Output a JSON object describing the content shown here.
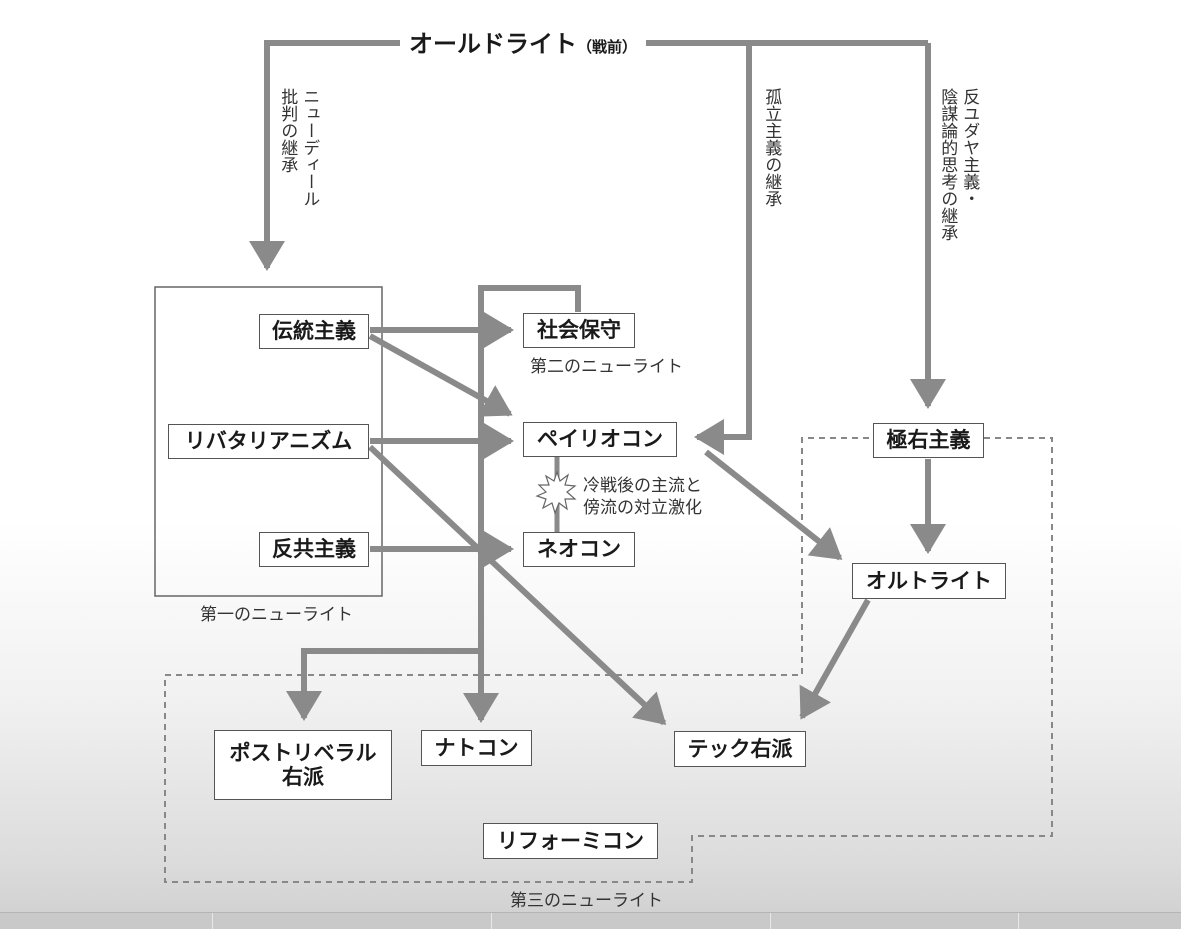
{
  "title": {
    "main": "オールドライト",
    "sub": "（戦前）"
  },
  "labels": {
    "new_deal_line1": "ニューディール",
    "new_deal_line2": "批判の継承",
    "isolationism": "孤立主義の継承",
    "anti_semitism_line1": "反ユダヤ主義・",
    "anti_semitism_line2": "陰謀論的思考の継承"
  },
  "nodes": {
    "traditionalism": "伝統主義",
    "libertarianism": "リバタリアニズム",
    "anti_communism": "反共主義",
    "social_conservative": "社会保守",
    "paleocon": "ペイリオコン",
    "neocon": "ネオコン",
    "far_right": "極右主義",
    "alt_right": "オルトライト",
    "post_liberal_line1": "ポストリベラル",
    "post_liberal_line2": "右派",
    "natcon": "ナトコン",
    "tech_right": "テック右派",
    "reformicon": "リフォーミコン"
  },
  "groups": {
    "first_new_right": "第一のニューライト",
    "second_new_right": "第二のニューライト",
    "third_new_right": "第三のニューライト"
  },
  "conflict": {
    "line1": "冷戦後の主流と",
    "line2": "傍流の対立激化"
  },
  "colors": {
    "arrow": "#8a8a8a",
    "box_border": "#555555",
    "group_border": "#666666",
    "dashed_border": "#888888"
  }
}
